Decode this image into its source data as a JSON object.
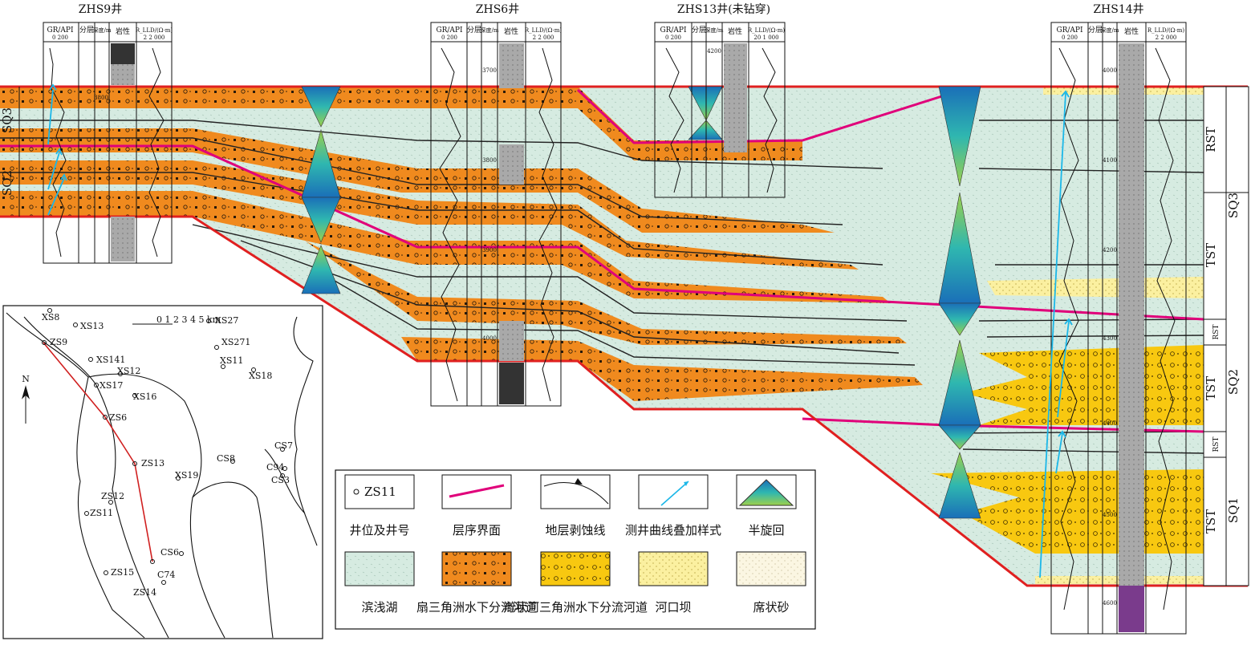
{
  "wells": [
    {
      "name": "ZHS9井",
      "headers": {
        "gr": "GR/API",
        "gr_scale": "0 200",
        "fen": "分层",
        "depth": "深度/m",
        "lith": "岩性",
        "rlld": "R_LLD/(Ω·m)",
        "rlld_scale": "2 2 000"
      },
      "depth_ticks": [
        "3800"
      ]
    },
    {
      "name": "ZHS6井",
      "headers": {
        "gr": "GR/API",
        "gr_scale": "0 200",
        "fen": "分层",
        "depth": "深度/m",
        "lith": "岩性",
        "rlld": "R_LLD/(Ω·m)",
        "rlld_scale": "2 2 000"
      },
      "depth_ticks": [
        "3700",
        "3800",
        "3900",
        "4000"
      ]
    },
    {
      "name": "ZHS13井(未钻穿)",
      "headers": {
        "gr": "GR/API",
        "gr_scale": "0 200",
        "fen": "分层",
        "depth": "深度/m",
        "lith": "岩性",
        "rlld": "R_LLD/(Ω·m)",
        "rlld_scale": "20 1 000"
      },
      "depth_ticks": [
        "4200"
      ]
    },
    {
      "name": "ZHS14井",
      "headers": {
        "gr": "GR/API",
        "gr_scale": "0 200",
        "fen": "分层",
        "depth": "深度/m",
        "lith": "岩性",
        "rlld": "R_LLD/(Ω·m)",
        "rlld_scale": "2 2 000"
      },
      "depth_ticks": [
        "4000",
        "4100",
        "4200",
        "4300",
        "4400",
        "4500",
        "4600"
      ]
    }
  ],
  "left_sequences": [
    "SQ3",
    "SQ2"
  ],
  "right_tracts": [
    "RST",
    "TST",
    "RST",
    "TST",
    "RST",
    "TST"
  ],
  "right_sequences": [
    "SQ3",
    "SQ2",
    "SQ1"
  ],
  "map": {
    "scale_label": "0 1 2 3 4 5 km",
    "north": "N",
    "wells": [
      "XS8",
      "XS13",
      "XS27",
      "ZS9",
      "XS271",
      "XS141",
      "XS11",
      "XS12",
      "XS18",
      "XS17",
      "XS16",
      "ZS6",
      "CS7",
      "CS8",
      "C94",
      "ZS13",
      "CS3",
      "XS19",
      "ZS12",
      "ZS11",
      "CS6",
      "ZS15",
      "C74",
      "ZS14"
    ]
  },
  "legend": [
    {
      "label": "井位及井号",
      "sample_text": "ZS11"
    },
    {
      "label": "层序界面"
    },
    {
      "label": "地层剥蚀线"
    },
    {
      "label": "测井曲线叠加样式"
    },
    {
      "label": "半旋回"
    },
    {
      "label": "滨浅湖"
    },
    {
      "label": "扇三角洲水下分流河道"
    },
    {
      "label": "辫状河三角洲水下分流河道"
    },
    {
      "label": "河口坝"
    },
    {
      "label": "席状砂"
    }
  ],
  "colors": {
    "orange": "#F08A1E",
    "yellow": "#F8C810",
    "lake": "#D6EBE1",
    "boundary": "#E0007A",
    "frame": "#E02020"
  }
}
